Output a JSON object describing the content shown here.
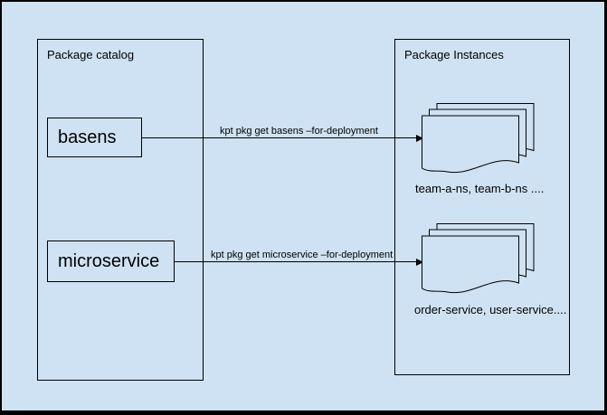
{
  "colors": {
    "background": "#cfe2f3",
    "stroke": "#000000",
    "text": "#000000"
  },
  "catalog": {
    "title": "Package catalog",
    "packages": [
      {
        "label": "basens"
      },
      {
        "label": "microservice"
      }
    ]
  },
  "instances": {
    "title": "Package Instances",
    "stacks": [
      {
        "icon": "document-stack-icon",
        "caption": "team-a-ns, team-b-ns ...."
      },
      {
        "icon": "document-stack-icon",
        "caption": "order-service, user-service...."
      }
    ]
  },
  "arrows": [
    {
      "label": "kpt pkg get basens –for-deployment"
    },
    {
      "label": "kpt pkg get microservice –for-deployment"
    }
  ]
}
